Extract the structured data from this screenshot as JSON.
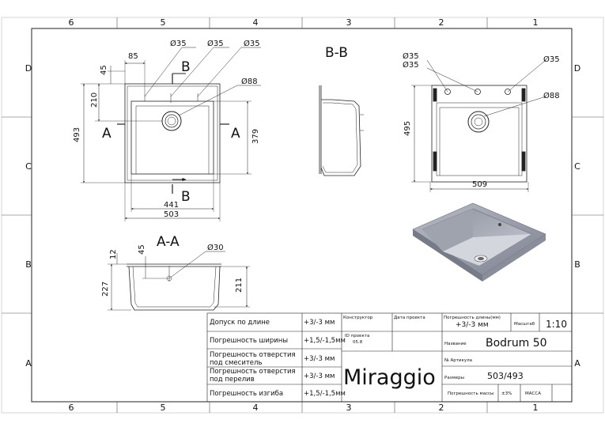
{
  "grid": {
    "cols_top": [
      "6",
      "5",
      "4",
      "3",
      "2",
      "1"
    ],
    "cols_bottom": [
      "6",
      "5",
      "4",
      "3",
      "2",
      "1"
    ],
    "rows_left": [
      "D",
      "C",
      "B",
      "A"
    ],
    "rows_right": [
      "D",
      "C",
      "B",
      "A"
    ]
  },
  "top_view": {
    "dims": {
      "w85": "85",
      "w45": "45",
      "h210": "210",
      "h493": "493",
      "h379": "379",
      "w441": "441",
      "w503": "503",
      "d35a": "Ø35",
      "d35b": "Ø35",
      "d35c": "Ø35",
      "d88": "Ø88"
    },
    "section_b_top": "B",
    "section_b_bottom": "B",
    "section_a_left": "A",
    "section_a_right": "A"
  },
  "section_bb": {
    "title": "B-B"
  },
  "section_aa": {
    "title": "A-A",
    "dims": {
      "d30": "Ø30",
      "v12": "12",
      "v45": "45",
      "v227": "227",
      "v211": "211"
    }
  },
  "rear_view": {
    "dims": {
      "d35a": "Ø35",
      "d35b": "Ø35",
      "d35c": "Ø35",
      "d88": "Ø88",
      "h495": "495",
      "w509": "509"
    }
  },
  "title_block": {
    "tol_rows": [
      {
        "label": "Допуск по длине",
        "value": "+3/-3 мм"
      },
      {
        "label": "Погрешность ширины",
        "value": "+1,5/-1,5мм"
      },
      {
        "label": "Погрешность отверстия",
        "label2": "под смеситель",
        "value": "+3/-3 мм"
      },
      {
        "label": "Погрешность отверстия",
        "label2": "под перелив",
        "value": "+3/-3 мм"
      },
      {
        "label": "Погрешность изгиба",
        "value": "+1,5/-1,5мм"
      }
    ],
    "designer_label": "Конструктор",
    "project_date_label": "Дата проекта",
    "project_id_label": "ID проекта",
    "project_id_value": "05.8",
    "length_tol_label": "Погрешность длины(мм)",
    "length_tol_value": "+3/-3 мм",
    "scale_label": "Масштаб",
    "scale_value": "1:10",
    "name_label": "Название",
    "name_value": "Bodrum 50",
    "article_label": "№ Артикула",
    "sizes_label": "Размеры",
    "sizes_value": "503/493",
    "mass_tol_label": "Погрешность массы",
    "mass_tol_value": "±3%",
    "mass_label": "МАССА",
    "brand": "Miraggio"
  }
}
